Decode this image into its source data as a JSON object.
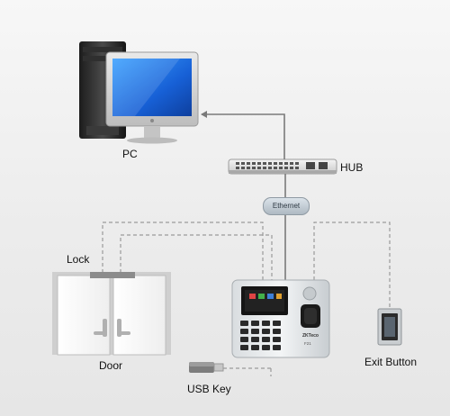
{
  "labels": {
    "pc": "PC",
    "hub": "HUB",
    "ethernet": "Ethernet",
    "lock": "Lock",
    "door": "Door",
    "usb_key": "USB Key",
    "exit_button": "Exit Button"
  },
  "device_screen": {
    "brand": "ZKTeco",
    "model": "F21"
  },
  "colors": {
    "data_line": "#8a8a8a",
    "control_line": "#9a9a9a",
    "background": "#efefef"
  }
}
